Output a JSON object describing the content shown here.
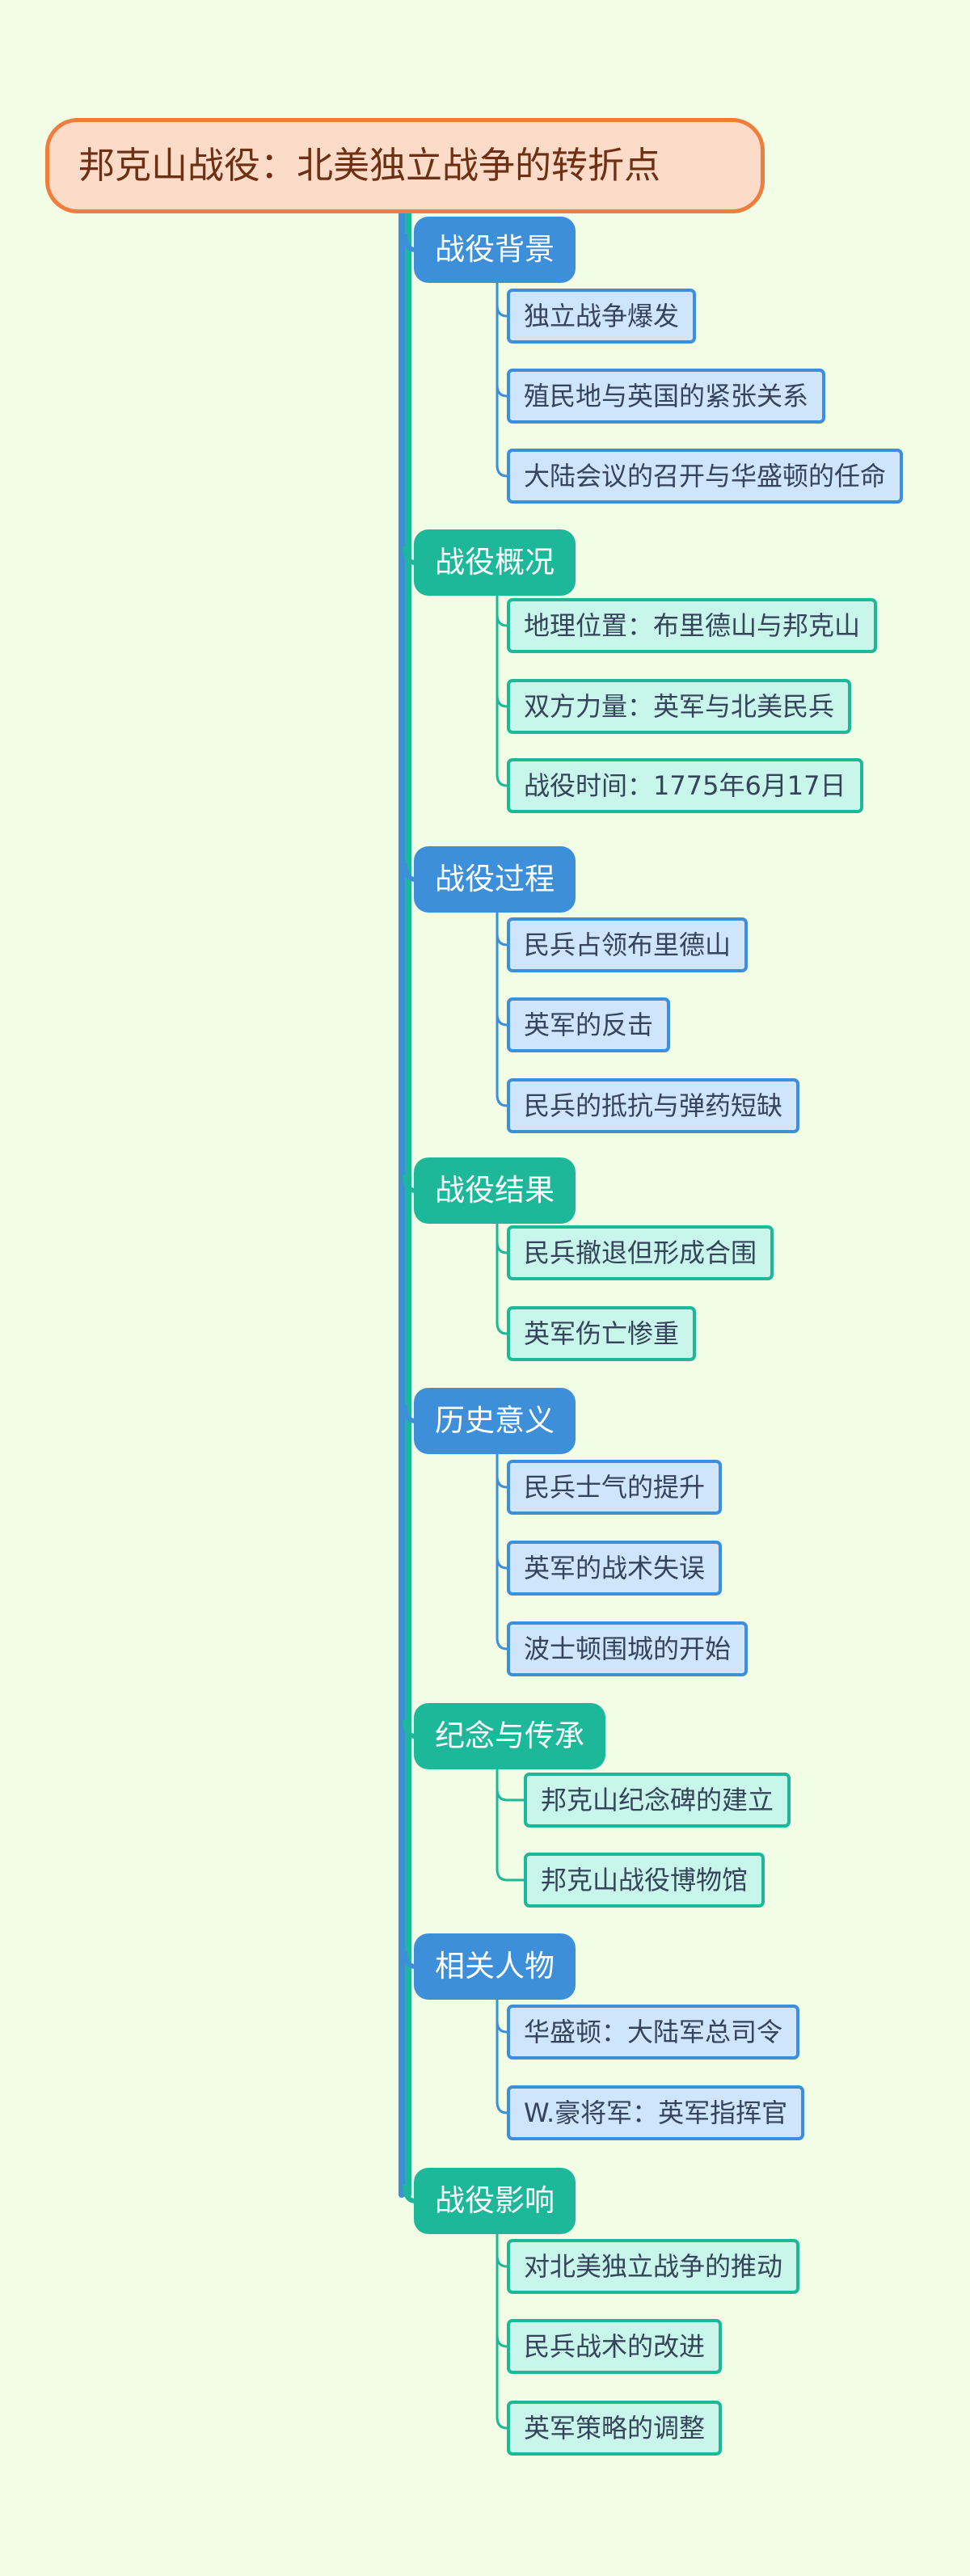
{
  "title": "邦克山战役：北美独立战争的转折点",
  "colors": {
    "background": "#f2fde6",
    "root_fill": "#fcdcc8",
    "root_border": "#ef7d3b",
    "blue": "#3c8fd8",
    "blue_light": "#cfe5fb",
    "teal": "#1db79a",
    "teal_light": "#c8f6ea"
  },
  "branches": [
    {
      "label": "战役背景",
      "color": "blue",
      "children": [
        "独立战争爆发",
        "殖民地与英国的紧张关系",
        "大陆会议的召开与华盛顿的任命"
      ]
    },
    {
      "label": "战役概况",
      "color": "teal",
      "children": [
        "地理位置：布里德山与邦克山",
        "双方力量：英军与北美民兵",
        "战役时间：1775年6月17日"
      ]
    },
    {
      "label": "战役过程",
      "color": "blue",
      "children": [
        "民兵占领布里德山",
        "英军的反击",
        "民兵的抵抗与弹药短缺"
      ]
    },
    {
      "label": "战役结果",
      "color": "teal",
      "children": [
        "民兵撤退但形成合围",
        "英军伤亡惨重"
      ]
    },
    {
      "label": "历史意义",
      "color": "blue",
      "children": [
        "民兵士气的提升",
        "英军的战术失误",
        "波士顿围城的开始"
      ]
    },
    {
      "label": "纪念与传承",
      "color": "teal",
      "children": [
        "邦克山纪念碑的建立",
        "邦克山战役博物馆"
      ]
    },
    {
      "label": "相关人物",
      "color": "blue",
      "children": [
        "华盛顿：大陆军总司令",
        "W.豪将军：英军指挥官"
      ]
    },
    {
      "label": "战役影响",
      "color": "teal",
      "children": [
        "对北美独立战争的推动",
        "民兵战术的改进",
        "英军策略的调整"
      ]
    }
  ]
}
